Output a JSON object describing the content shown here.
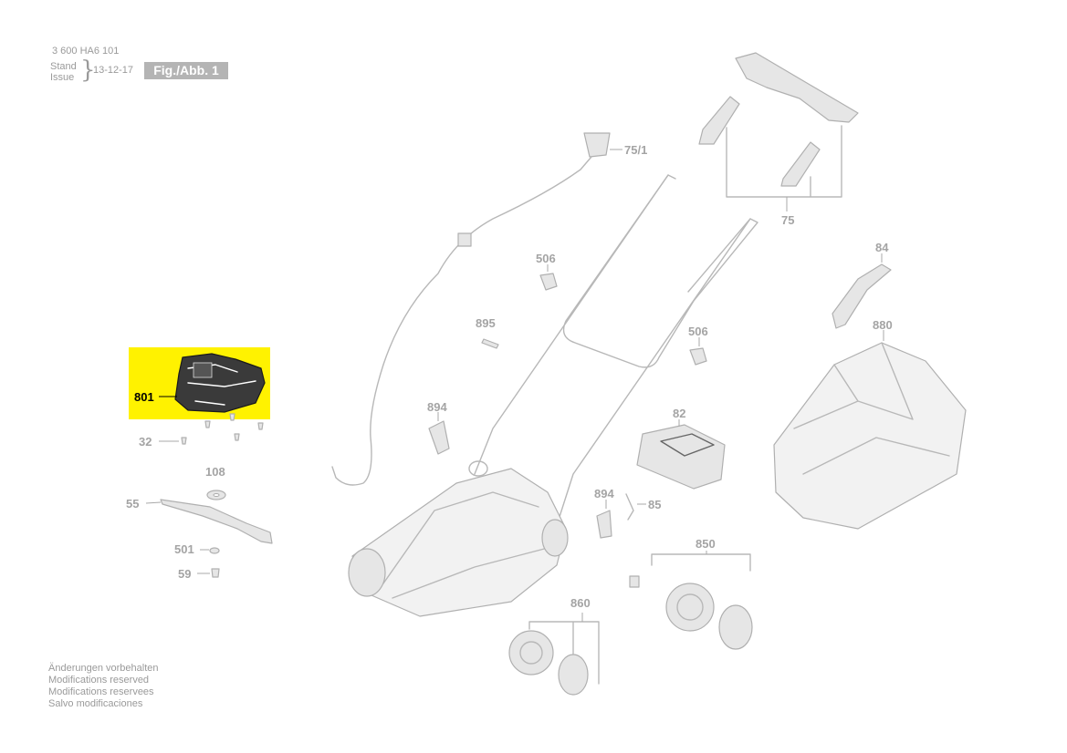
{
  "header": {
    "part_number": "3 600 HA6 101",
    "stand_label": "Stand",
    "issue_label": "Issue",
    "date": "13-12-17",
    "figure_label": "Fig./Abb. 1"
  },
  "footer": {
    "lines": [
      "Änderungen vorbehalten",
      "Modifications reserved",
      "Modifications reservees",
      "Salvo modificaciones"
    ]
  },
  "colors": {
    "highlight": "#fff200",
    "part_line": "#b8b8b8",
    "label_gray": "#a4a4a4",
    "badge_bg": "#b4b4b4"
  },
  "callouts": {
    "c_75_1": "75/1",
    "c_75": "75",
    "c_84": "84",
    "c_880": "880",
    "c_506a": "506",
    "c_506b": "506",
    "c_895": "895",
    "c_894a": "894",
    "c_894b": "894",
    "c_82": "82",
    "c_85": "85",
    "c_850": "850",
    "c_860": "860",
    "c_801": "801",
    "c_32": "32",
    "c_108": "108",
    "c_55": "55",
    "c_501": "501",
    "c_59": "59"
  },
  "highlighted_part": "801"
}
